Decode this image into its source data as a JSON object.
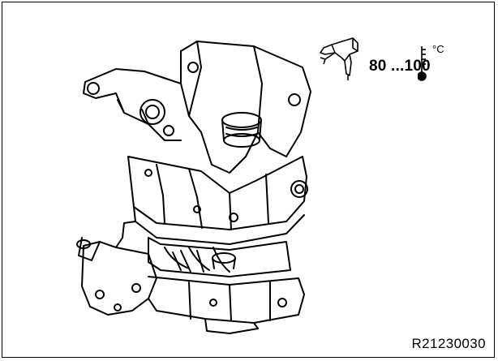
{
  "temperature": {
    "range_label": "80 ...100",
    "unit_label": "°C"
  },
  "reference_code": "R21230030",
  "icons": {
    "heater": "heat-gun-icon",
    "thermometer": "thermometer-icon"
  },
  "colors": {
    "line": "#000000",
    "background": "#ffffff"
  }
}
